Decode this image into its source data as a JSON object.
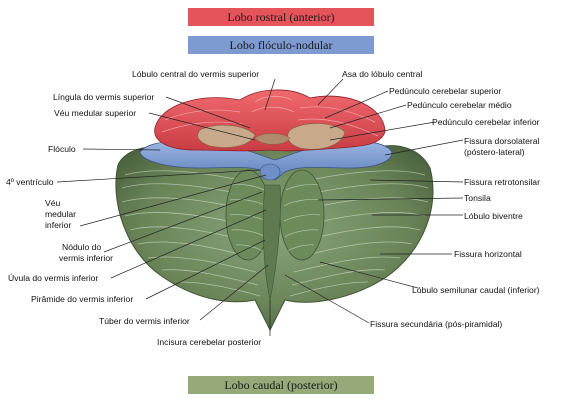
{
  "regions": {
    "rostral": "Lobo rostral (anterior)",
    "flocculonodular": "Lobo flóculo-nodular",
    "caudal": "Lobo caudal (posterior)"
  },
  "labels": {
    "lobulo_central": "Lóbulo central do vermis superior",
    "asa_lobulo_central": "Asa do lóbulo central",
    "lingula": "Língula do vermis superior",
    "ped_superior": "Pedúnculo cerebelar superior",
    "ped_medio": "Pedúnculo cerebelar médio",
    "veu_medular_superior": "Véu medular superior",
    "ped_inferior": "Pedúnculo cerebelar inferior",
    "floculo": "Flóculo",
    "fissura_dorsolateral_1": "Fissura dorsolateral",
    "fissura_dorsolateral_2": "(póstero-lateral)",
    "quarto_ventriculo": "4º ventrículo",
    "fissura_retrotonsilar": "Fissura retrotonsilar",
    "veu_medular_inferior_1": "Véu",
    "veu_medular_inferior_2": "medular",
    "veu_medular_inferior_3": "inferior",
    "tonsila": "Tonsila",
    "lobulo_biventre": "Lóbulo biventre",
    "nodulo_1": "Nódulo do",
    "nodulo_2": "vermis inferior",
    "fissura_horizontal": "Fissura horizontal",
    "uvula": "Úvula do vermis inferior",
    "lobulo_semilunar": "Lóbulo semilunar caudal (inferior)",
    "piramide": "Pirâmide do vermis inferior",
    "tuber": "Túber do vermis inferior",
    "fissura_secundaria": "Fissura secundária (pós-piramidal)",
    "incisura": "Incisura cerebelar posterior"
  },
  "colors": {
    "rostral": "#e5545a",
    "flocculonodular": "#7d9bd1",
    "caudal": "#95aa78",
    "cerebellum_green": "#6f8a5c",
    "peduncle_tan": "#c9a98c"
  }
}
